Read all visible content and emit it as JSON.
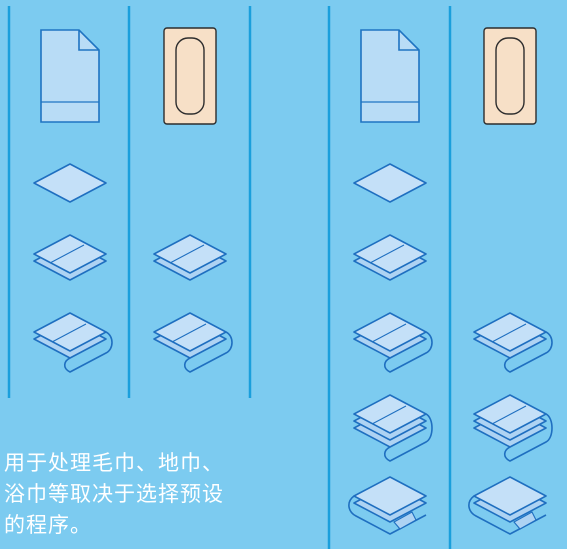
{
  "colors": {
    "background": "#7ccbf0",
    "divider": "#1a9fdc",
    "sheet_fill": "#b8dcf6",
    "sheet_stroke": "#1f74c2",
    "cloth_fill": "#c4e0f8",
    "cloth_fill_back": "#aed3f3",
    "cloth_stroke": "#1f6fc0",
    "mat_fill": "#f7e0c7",
    "mat_stroke": "#2d2d2d",
    "caption_text": "#ffffff"
  },
  "groups": [
    {
      "columns": [
        {
          "item": "document-sheet-icon",
          "steps": [
            "flat",
            "folded-once",
            "folded-twice"
          ]
        },
        {
          "item": "bath-mat-icon",
          "steps": [
            "folded-once",
            "folded-twice"
          ]
        },
        {
          "item": "",
          "steps": []
        }
      ]
    },
    {
      "columns": [
        {
          "item": "document-sheet-icon",
          "steps": [
            "flat",
            "folded-once",
            "folded-twice",
            "folded-three-times",
            "folded-rolled"
          ]
        },
        {
          "item": "bath-mat-icon",
          "steps": [
            "folded-twice",
            "folded-three-times",
            "folded-rolled"
          ]
        }
      ]
    }
  ],
  "caption": {
    "line1": "用于处理毛巾、地巾、",
    "line2": "浴巾等取决于选择预设",
    "line3": "的程序。"
  }
}
